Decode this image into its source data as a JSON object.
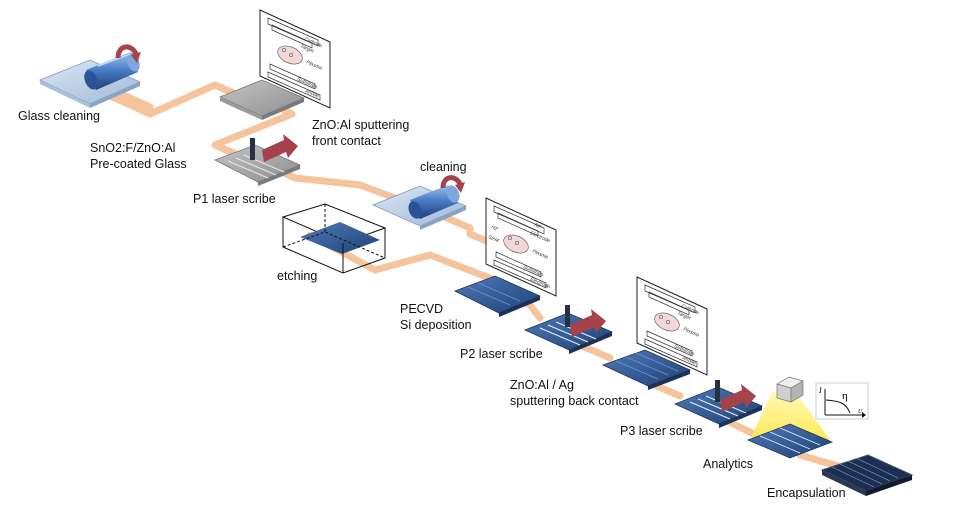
{
  "diagram": {
    "steps": {
      "glass_cleaning": "Glass cleaning",
      "precoated_line1": "SnO2:F/ZnO:Al",
      "precoated_line2": "Pre-coated Glass",
      "zno_front_line1": "ZnO:Al sputtering",
      "zno_front_line2": "front contact",
      "p1": "P1 laser scribe",
      "cleaning": "cleaning",
      "etching": "etching",
      "pecvd_line1": "PECVD",
      "pecvd_line2": "Si deposition",
      "p2": "P2 laser scribe",
      "zno_back_line1": "ZnO:Al / Ag",
      "zno_back_line2": "sputtering back contact",
      "p3": "P3 laser scribe",
      "analytics": "Analytics",
      "encapsulation": "Encapsulation"
    },
    "sputter_box1": {
      "cathode": "Cathode",
      "target": "Target",
      "plasma": "Plasma",
      "substrate": "Substrate",
      "anode": "Anode"
    },
    "pecvd_box": {
      "rf": "RF",
      "electrode": "Electrode",
      "h2": "H2",
      "sih4": "SiH4",
      "plasma": "Plasma",
      "substrate": "Substrate",
      "electrode2": "Electrode"
    },
    "sputter_box2": {
      "cathode": "Cathode",
      "target": "Target",
      "plasma": "Plasma",
      "substrate": "Substrate",
      "anode": "Anode"
    },
    "iv_chart": {
      "y_symbol": "I",
      "curve_symbol": "η",
      "x_symbol": "U"
    },
    "colors": {
      "conveyor": "#f5c49c",
      "glass": "#b9cde3",
      "grey_plate": "#a9a9a9",
      "blue_cell": "#2f5a95",
      "roller": "#4a7cc7",
      "arrow": "#a6434a",
      "light_beam": "#ffe94d",
      "laser_head": "#26323f"
    }
  }
}
